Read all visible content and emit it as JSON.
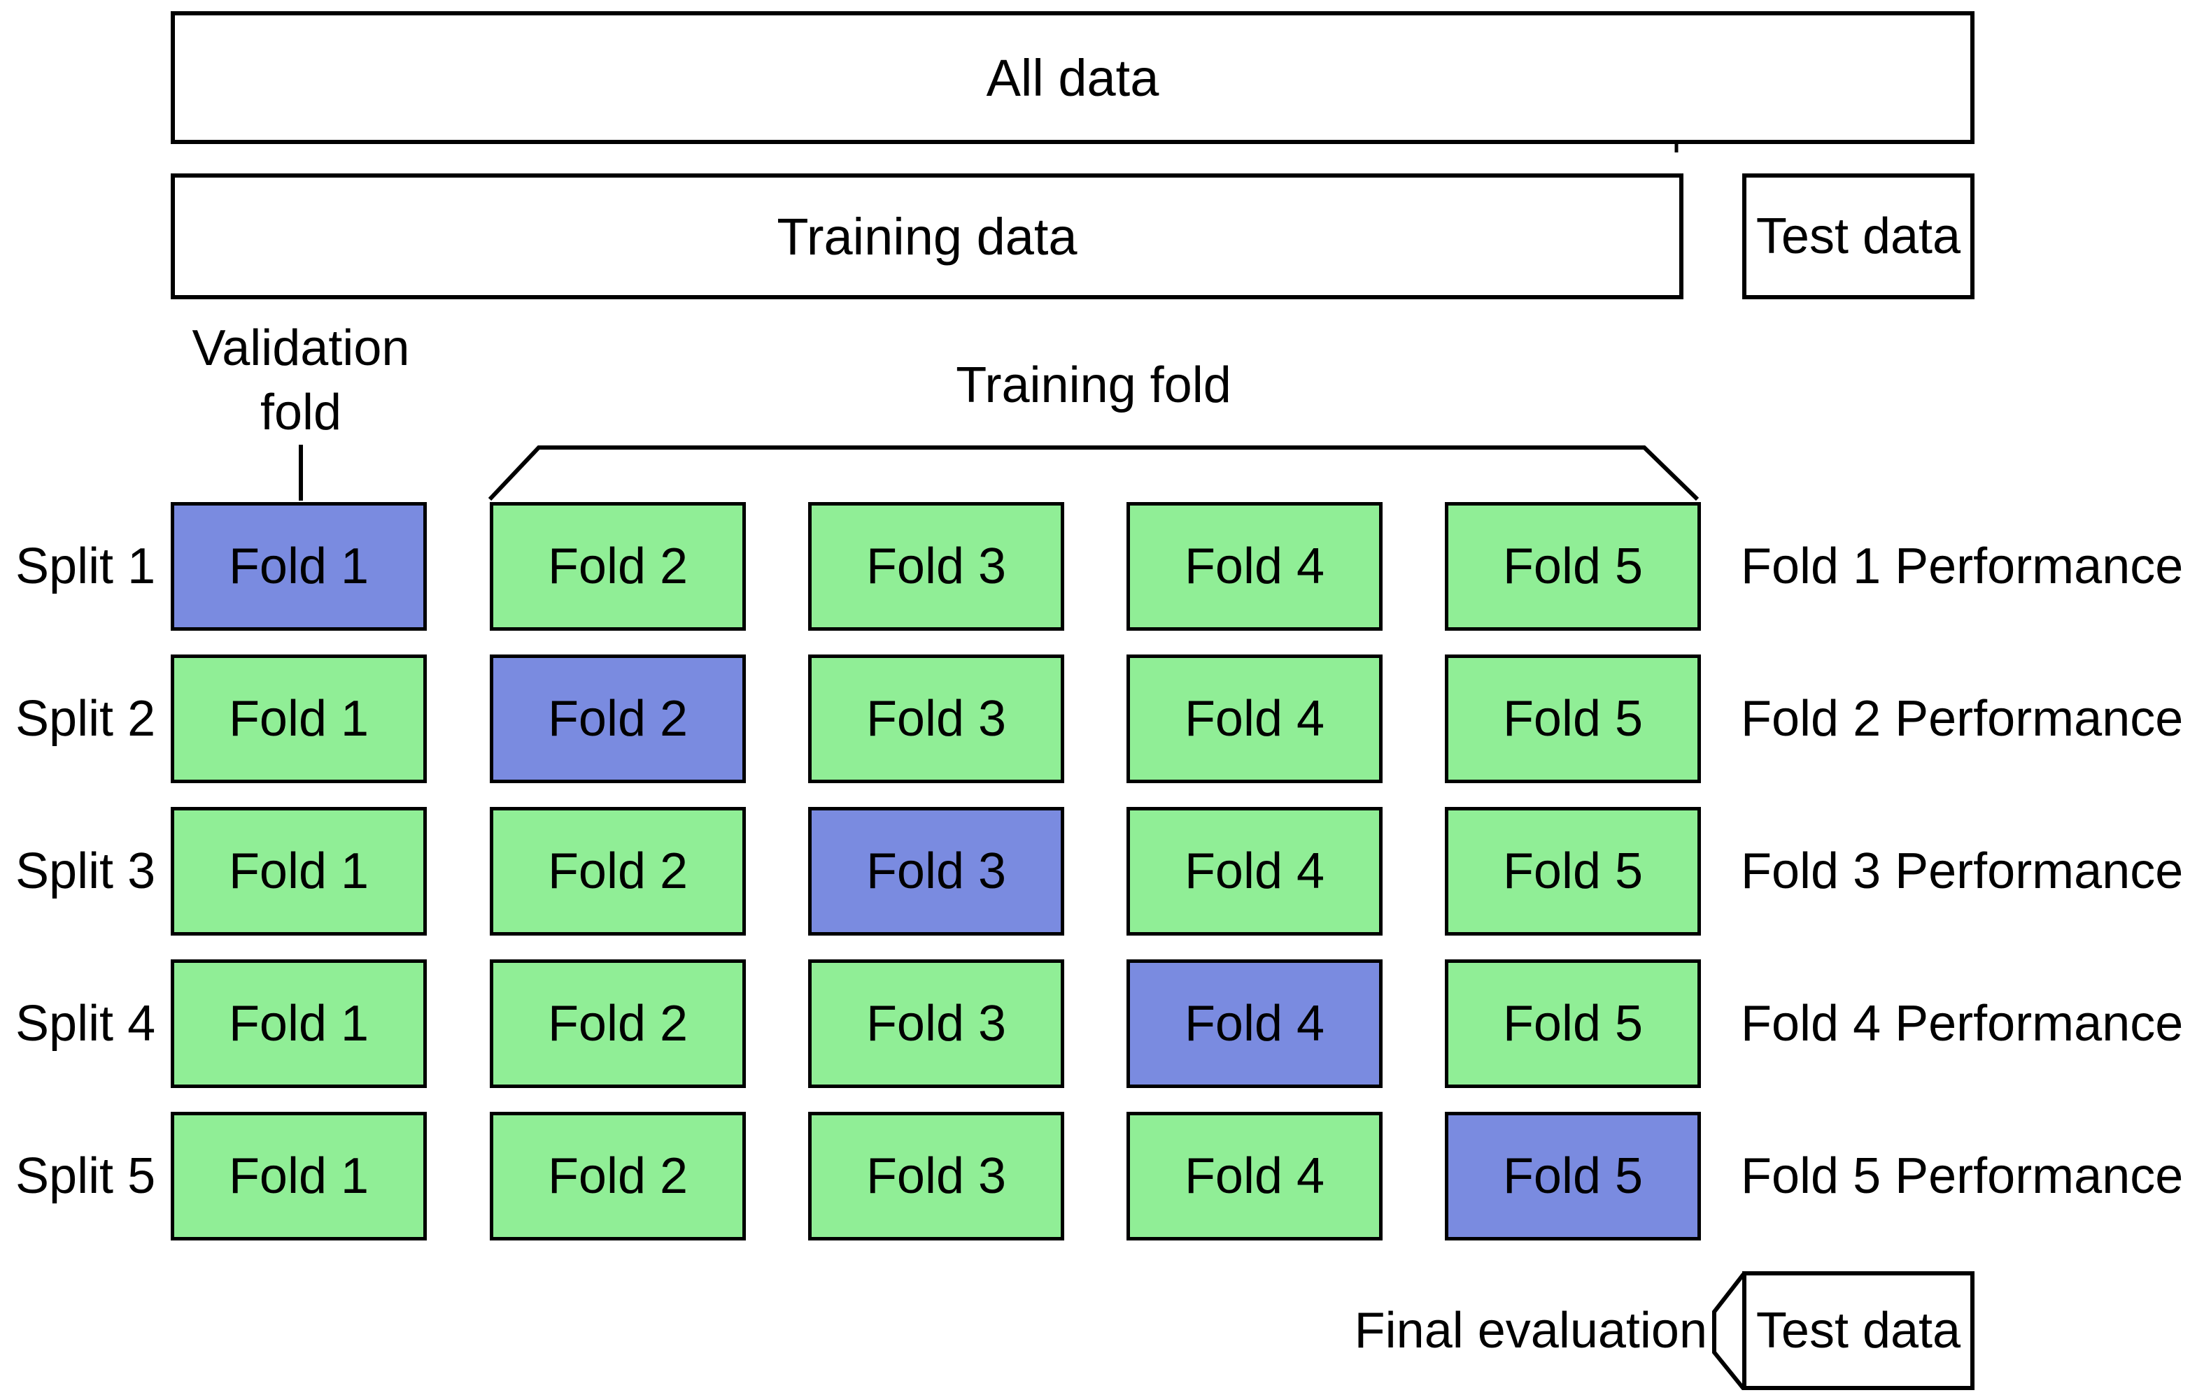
{
  "diagram": {
    "all_data_label": "All data",
    "training_data_label": "Training data",
    "test_data_label": "Test data",
    "validation_fold_label": [
      "Validation",
      "fold"
    ],
    "training_fold_label": "Training fold",
    "final_evaluation_label": "Final evaluation",
    "final_test_data_label": "Test data"
  },
  "colors": {
    "training_green": "#90EE96",
    "validation_blue": "#7A8BE0",
    "outline_black": "#000000",
    "background_white": "#FFFFFF"
  },
  "grid": {
    "splits": [
      {
        "label": "Split 1",
        "performance": "Fold 1 Performance",
        "folds": [
          {
            "label": "Fold 1",
            "type": "validation"
          },
          {
            "label": "Fold 2",
            "type": "training"
          },
          {
            "label": "Fold 3",
            "type": "training"
          },
          {
            "label": "Fold 4",
            "type": "training"
          },
          {
            "label": "Fold 5",
            "type": "training"
          }
        ]
      },
      {
        "label": "Split 2",
        "performance": "Fold 2 Performance",
        "folds": [
          {
            "label": "Fold 1",
            "type": "training"
          },
          {
            "label": "Fold 2",
            "type": "validation"
          },
          {
            "label": "Fold 3",
            "type": "training"
          },
          {
            "label": "Fold 4",
            "type": "training"
          },
          {
            "label": "Fold 5",
            "type": "training"
          }
        ]
      },
      {
        "label": "Split 3",
        "performance": "Fold 3 Performance",
        "folds": [
          {
            "label": "Fold 1",
            "type": "training"
          },
          {
            "label": "Fold 2",
            "type": "training"
          },
          {
            "label": "Fold 3",
            "type": "validation"
          },
          {
            "label": "Fold 4",
            "type": "training"
          },
          {
            "label": "Fold 5",
            "type": "training"
          }
        ]
      },
      {
        "label": "Split 4",
        "performance": "Fold 4 Performance",
        "folds": [
          {
            "label": "Fold 1",
            "type": "training"
          },
          {
            "label": "Fold 2",
            "type": "training"
          },
          {
            "label": "Fold 3",
            "type": "training"
          },
          {
            "label": "Fold 4",
            "type": "validation"
          },
          {
            "label": "Fold 5",
            "type": "training"
          }
        ]
      },
      {
        "label": "Split 5",
        "performance": "Fold 5 Performance",
        "folds": [
          {
            "label": "Fold 1",
            "type": "training"
          },
          {
            "label": "Fold 2",
            "type": "training"
          },
          {
            "label": "Fold 3",
            "type": "training"
          },
          {
            "label": "Fold 4",
            "type": "training"
          },
          {
            "label": "Fold 5",
            "type": "validation"
          }
        ]
      }
    ]
  }
}
